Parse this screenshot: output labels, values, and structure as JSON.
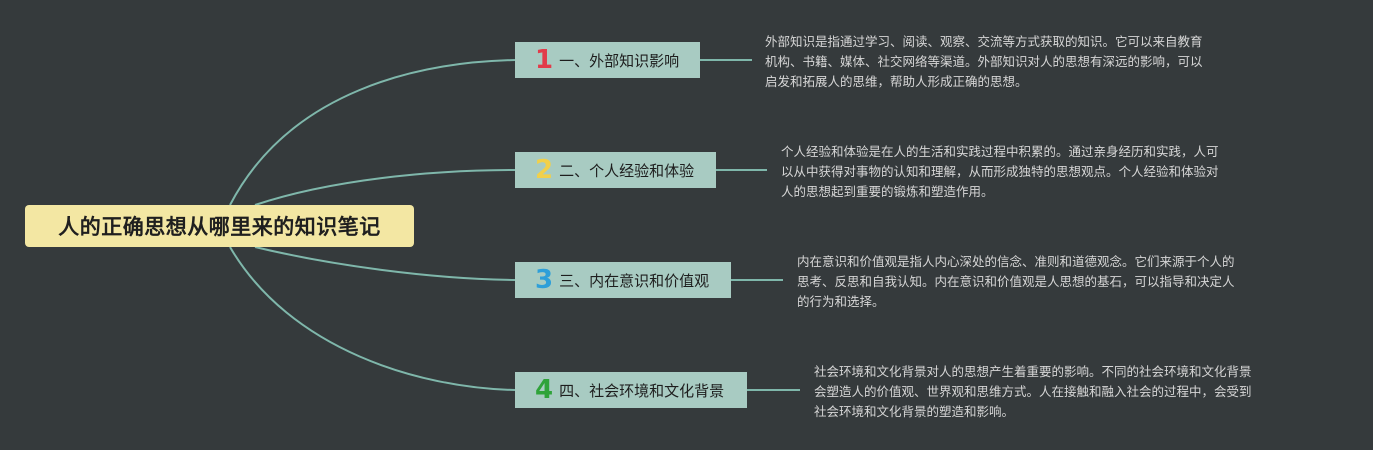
{
  "root": {
    "title": "人的正确思想从哪里来的知识笔记"
  },
  "branches": [
    {
      "number": "1",
      "number_color": "#e23b4a",
      "label": "一、外部知识影响",
      "description": "外部知识是指通过学习、阅读、观察、交流等方式获取的知识。它可以来自教育\n机构、书籍、媒体、社交网络等渠道。外部知识对人的思想有深远的影响，可以\n启发和拓展人的思维，帮助人形成正确的思想。"
    },
    {
      "number": "2",
      "number_color": "#f2d04a",
      "label": "二、个人经验和体验",
      "description": "个人经验和体验是在人的生活和实践过程中积累的。通过亲身经历和实践，人可\n以从中获得对事物的认知和理解，从而形成独特的思想观点。个人经验和体验对\n人的思想起到重要的锻炼和塑造作用。"
    },
    {
      "number": "3",
      "number_color": "#2e9fd9",
      "label": "三、内在意识和价值观",
      "description": "内在意识和价值观是指人内心深处的信念、准则和道德观念。它们来源于个人的\n思考、反思和自我认知。内在意识和价值观是人思想的基石，可以指导和决定人\n的行为和选择。"
    },
    {
      "number": "4",
      "number_color": "#2fa33a",
      "label": "四、社会环境和文化背景",
      "description": "社会环境和文化背景对人的思想产生着重要的影响。不同的社会环境和文化背景\n会塑造人的价值观、世界观和思维方式。人在接触和融入社会的过程中，会受到\n社会环境和文化背景的塑造和影响。"
    }
  ],
  "colors": {
    "background": "#353a3c",
    "connector": "#7fb7ab",
    "root_fill": "#f3e7a3",
    "branch_fill": "#a8cbc2",
    "description_text": "#d6d6d6"
  }
}
